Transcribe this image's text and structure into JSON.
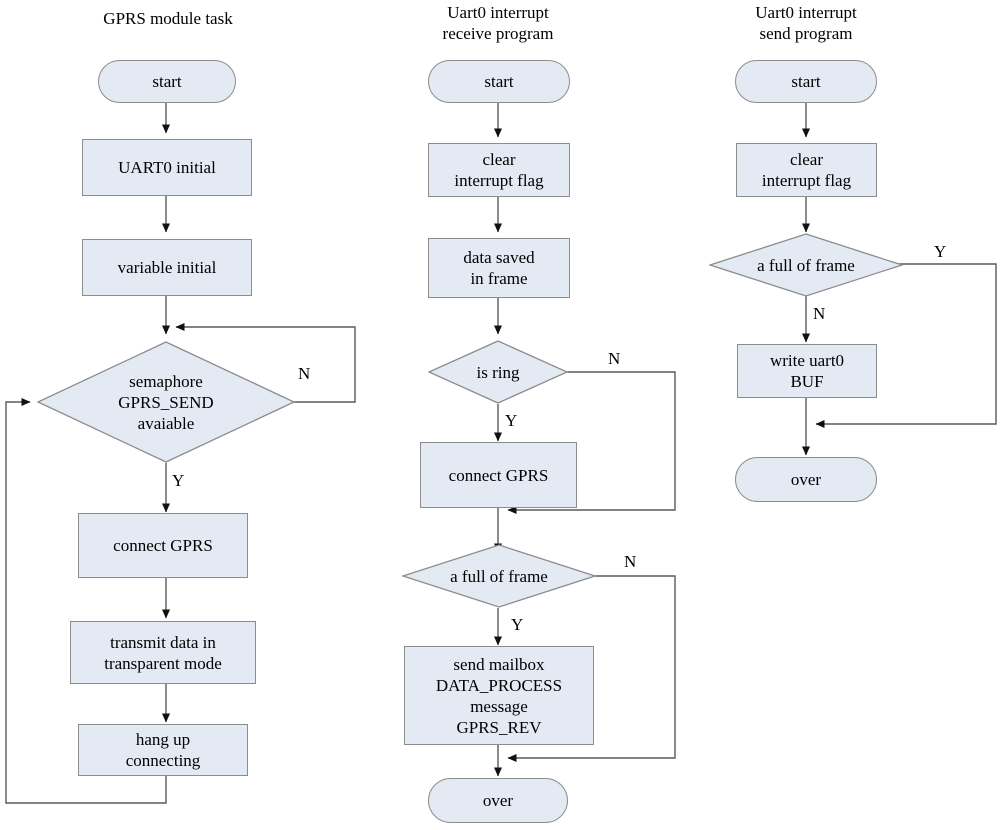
{
  "diagram": {
    "type": "flowchart",
    "background": "#ffffff",
    "node_fill": "#e3eaf4",
    "node_stroke": "#8c8c8c",
    "edge_stroke": "#5a5a5a",
    "columns": [
      {
        "id": "gprs-module-task",
        "title": "GPRS  module task",
        "nodes": [
          {
            "id": "c1-start",
            "shape": "terminator",
            "label": "start"
          },
          {
            "id": "c1-uart0-init",
            "shape": "process",
            "label": "UART0 initial"
          },
          {
            "id": "c1-var-init",
            "shape": "process",
            "label": "variable initial"
          },
          {
            "id": "c1-semaphore",
            "shape": "decision",
            "label": "semaphore\nGPRS_SEND\navaiable"
          },
          {
            "id": "c1-connect",
            "shape": "process",
            "label": "connect GPRS"
          },
          {
            "id": "c1-transmit",
            "shape": "process",
            "label": "transmit data in\ntransparent mode"
          },
          {
            "id": "c1-hangup",
            "shape": "process",
            "label": "hang up\nconnecting"
          }
        ],
        "edge_labels": [
          {
            "id": "c1-semaphore-n",
            "text": "N"
          },
          {
            "id": "c1-semaphore-y",
            "text": "Y"
          }
        ]
      },
      {
        "id": "uart0-interrupt-receive-program",
        "title": "Uart0 interrupt\nreceive program",
        "nodes": [
          {
            "id": "c2-start",
            "shape": "terminator",
            "label": "start"
          },
          {
            "id": "c2-clear-flag",
            "shape": "process",
            "label": "clear\ninterrupt flag"
          },
          {
            "id": "c2-data-saved",
            "shape": "process",
            "label": "data saved\nin frame"
          },
          {
            "id": "c2-is-ring",
            "shape": "decision",
            "label": "is ring"
          },
          {
            "id": "c2-connect",
            "shape": "process",
            "label": "connect GPRS"
          },
          {
            "id": "c2-full-frame",
            "shape": "decision",
            "label": "a full of frame"
          },
          {
            "id": "c2-send-mailbox",
            "shape": "process",
            "label": "send mailbox\nDATA_PROCESS\nmessage\nGPRS_REV"
          },
          {
            "id": "c2-over",
            "shape": "terminator",
            "label": "over"
          }
        ],
        "edge_labels": [
          {
            "id": "c2-is-ring-n",
            "text": "N"
          },
          {
            "id": "c2-is-ring-y",
            "text": "Y"
          },
          {
            "id": "c2-full-frame-n",
            "text": "N"
          },
          {
            "id": "c2-full-frame-y",
            "text": "Y"
          }
        ]
      },
      {
        "id": "uart0-interrupt-send-program",
        "title": "Uart0 interrupt\nsend program",
        "nodes": [
          {
            "id": "c3-start",
            "shape": "terminator",
            "label": "start"
          },
          {
            "id": "c3-clear-flag",
            "shape": "process",
            "label": "clear\ninterrupt flag"
          },
          {
            "id": "c3-full-frame",
            "shape": "decision",
            "label": "a full of frame"
          },
          {
            "id": "c3-write-buf",
            "shape": "process",
            "label": "write uart0\nBUF"
          },
          {
            "id": "c3-over",
            "shape": "terminator",
            "label": "over"
          }
        ],
        "edge_labels": [
          {
            "id": "c3-full-frame-y",
            "text": "Y"
          },
          {
            "id": "c3-full-frame-n",
            "text": "N"
          }
        ]
      }
    ]
  }
}
